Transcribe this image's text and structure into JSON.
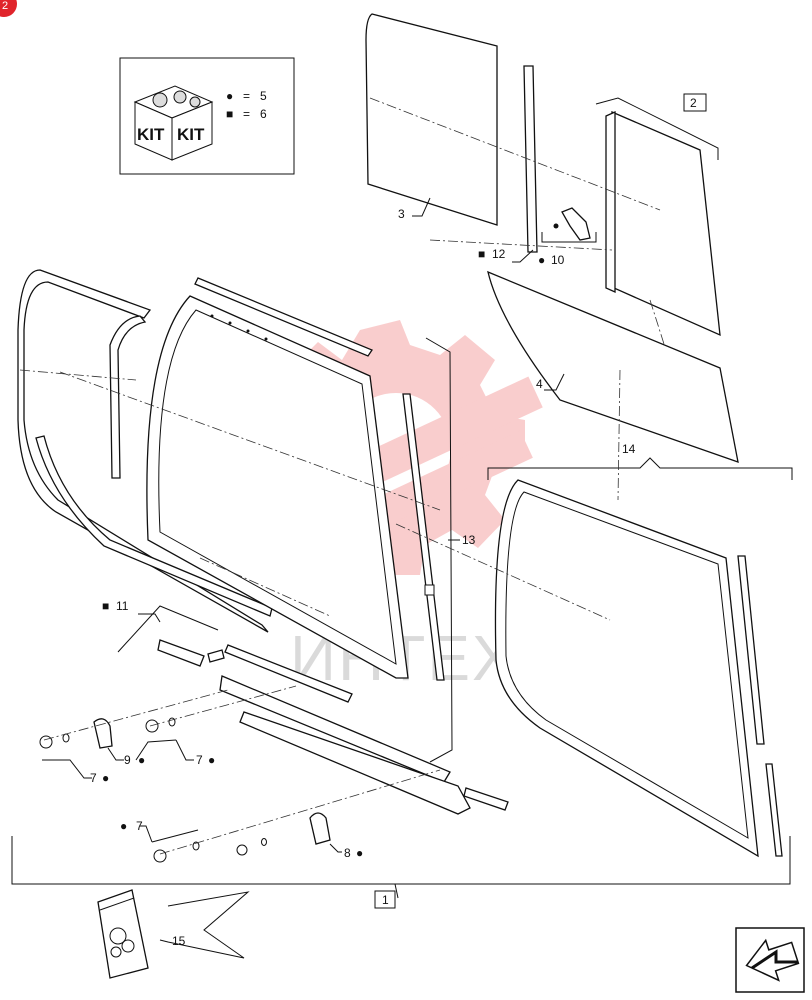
{
  "badge": {
    "text": "2",
    "color": "#e0242b"
  },
  "watermark": {
    "text": "ИНТЕХ",
    "color": "#f06060"
  },
  "kit_legend": {
    "kit_text": "KIT",
    "items": [
      {
        "symbol": "●",
        "eq": "=",
        "value": "5"
      },
      {
        "symbol": "■",
        "eq": "=",
        "value": "6"
      }
    ]
  },
  "callouts": {
    "c1": {
      "text": "1"
    },
    "c2": {
      "text": "2"
    },
    "c3": {
      "text": "3"
    },
    "c4": {
      "text": "4"
    },
    "c7a": {
      "text": "7"
    },
    "c7b": {
      "text": "7"
    },
    "c7c": {
      "text": "7"
    },
    "c8": {
      "text": "8"
    },
    "c9": {
      "text": "9"
    },
    "c10": {
      "text": "10"
    },
    "c11": {
      "text": "11"
    },
    "c12": {
      "text": "12"
    },
    "c13": {
      "text": "13"
    },
    "c14": {
      "text": "14"
    },
    "c15": {
      "text": "15"
    }
  },
  "symbols": {
    "circle": "●",
    "square": "■"
  },
  "nav_icon": "arrow-back-icon"
}
